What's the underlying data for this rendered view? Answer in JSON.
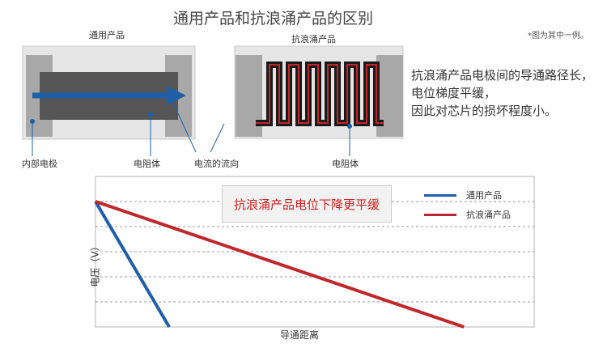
{
  "title": "通用产品和抗浪涌产品的区别",
  "note": "*图为其中一例。",
  "left_diagram": {
    "label": "通用产品",
    "callouts": {
      "electrode": "内部电极",
      "resistor": "电阻体",
      "current": "电流的流向"
    }
  },
  "right_diagram": {
    "label": "抗浪涌产品",
    "callouts": {
      "resistor": "电阻体"
    }
  },
  "description": [
    "抗浪涌产品电极间的导通路径长，",
    "电位梯度平缓，",
    "因此对芯片的损坏程度小。"
  ],
  "chart_data": {
    "type": "line",
    "ylabel": "电压（V）",
    "xlabel": "导通距离",
    "annotation": "抗浪涌产品电位下降更平缓",
    "legend_position": "top-right",
    "grid": true,
    "series": [
      {
        "name": "通用产品",
        "color": "#1f5fa8",
        "start": [
          0,
          1
        ],
        "end": [
          0.2,
          0
        ]
      },
      {
        "name": "抗浪涌产品",
        "color": "#c0272d",
        "start": [
          0,
          1
        ],
        "end": [
          1,
          0
        ]
      }
    ]
  },
  "colors": {
    "arrow": "#1f5fa8",
    "meander": "#c0272d",
    "resistor_dark": "#555555",
    "electrode": "#a8a8a8",
    "substrate": "#e6e6e6"
  }
}
